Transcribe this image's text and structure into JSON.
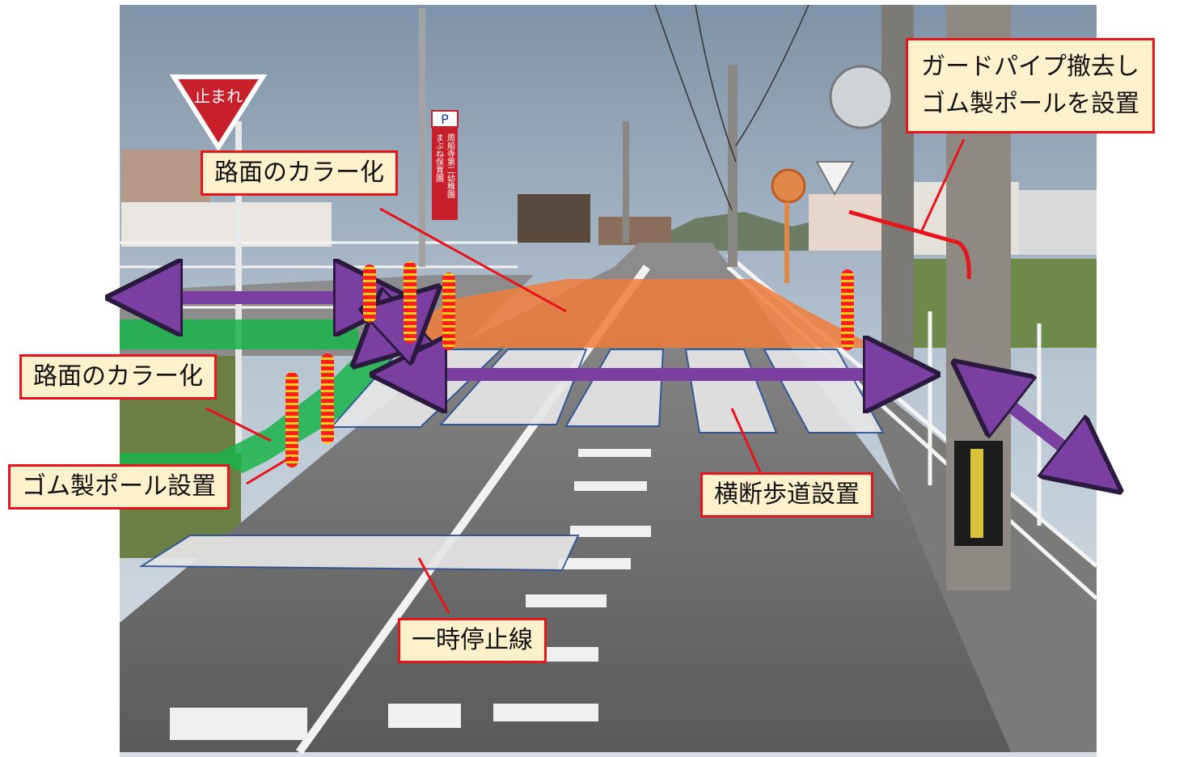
{
  "photo": {
    "stop_sign_text": "止まれ",
    "parking_sign": "P",
    "nursery_sign_lines": [
      "周船寺第二幼稚園",
      "まぶね保育園"
    ]
  },
  "callouts": {
    "road_color_top": "路面のカラー化",
    "road_color_left": "路面のカラー化",
    "guard_pipe": [
      "ガードパイプ撤去し",
      "ゴム製ポールを設置"
    ],
    "rubber_pole": "ゴム製ポール設置",
    "crosswalk": "横断歩道設置",
    "stop_line": "一時停止線"
  },
  "colors": {
    "callout_border": "#e8141c",
    "callout_fill": "#fff1cc",
    "colored_road_orange": "#f07c3c",
    "colored_road_green": "#19b44a",
    "arrow_purple": "#7a3fa0",
    "overlay_white": "#e0e0e0"
  },
  "icons": [
    "stop-sign-icon",
    "rubber-pole-icon",
    "double-arrow-icon",
    "convex-mirror-icon"
  ]
}
